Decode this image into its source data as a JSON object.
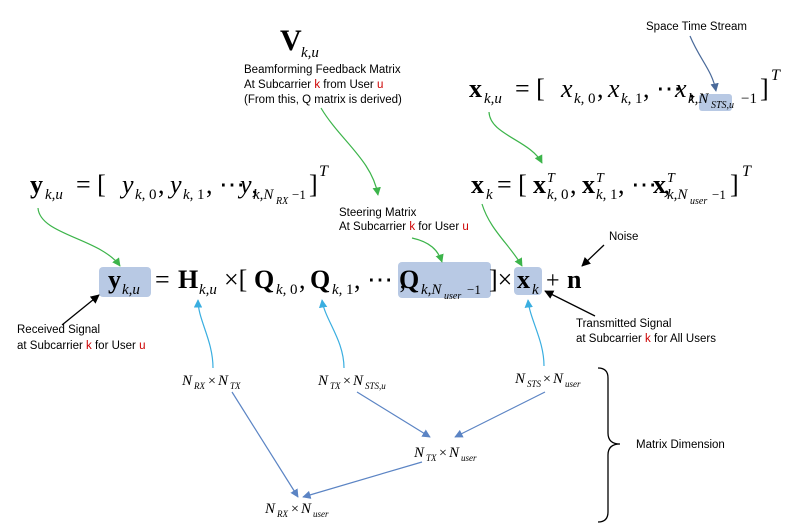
{
  "annotations": {
    "space_time_stream": "Space Time Stream",
    "bf_line1": "Beamforming Feedback Matrix",
    "bf_line2_pre": "At Subcarrier ",
    "bf_line2_k": "k",
    "bf_line2_mid": " from User ",
    "bf_line2_u": "u",
    "bf_line3": "(From this, Q matrix is derived)",
    "steer_line1": "Steering Matrix",
    "steer_line2_pre": "At Subcarrier ",
    "steer_line2_k": "k",
    "steer_line2_mid": " for User ",
    "steer_line2_u": "u",
    "noise": "Noise",
    "rx_line1": "Received Signal",
    "rx_line2_pre": "at Subcarrier ",
    "rx_line2_k": "k",
    "rx_line2_mid": " for User ",
    "rx_line2_u": "u",
    "tx_line1": "Transmitted Signal",
    "tx_line2_pre": "at Subcarrier ",
    "tx_line2_k": "k",
    "tx_line2_post": " for All Users",
    "matrix_dimension": "Matrix Dimension"
  },
  "colors": {
    "highlight": "#b8c9e4",
    "green_arrow": "#3cb44a",
    "blue_arrow": "#3aaee0",
    "steel_arrow": "#5b84c4",
    "dark_arrow": "#4a6a9a",
    "red_text": "#cc0000"
  }
}
